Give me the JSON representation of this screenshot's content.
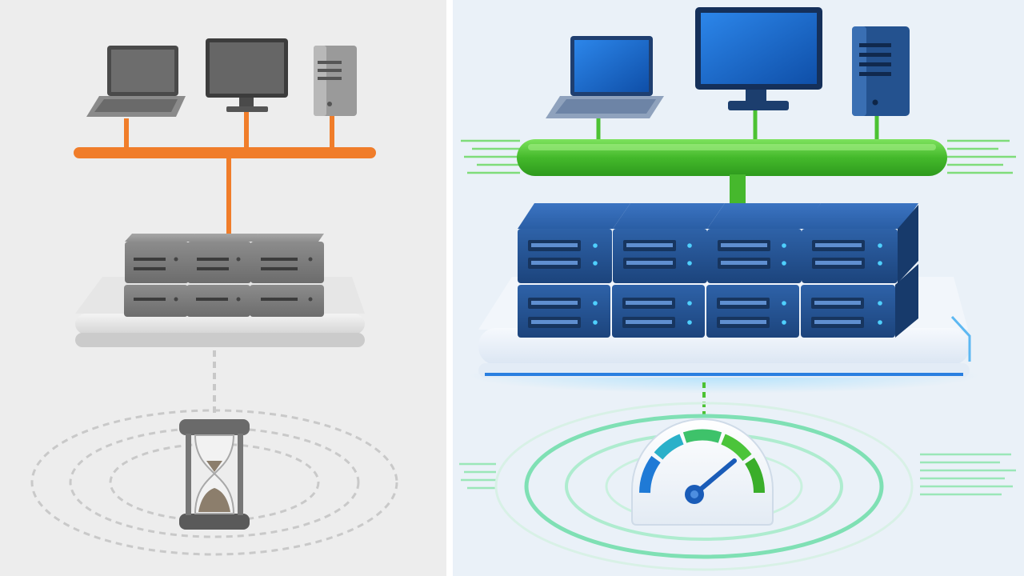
{
  "panels": [
    {
      "id": "left",
      "variant": "slow",
      "colors": {
        "background": "#ededed",
        "bus": "#f07d2a",
        "device": "#5e5e5e",
        "device_screen": "#3d3d3d",
        "server": "#7f7f7f",
        "platform": "#dcdcdc",
        "ring": "#c9c9c9"
      },
      "clients": [
        "laptop-icon",
        "monitor-icon",
        "tower-pc-icon"
      ],
      "server_grid": {
        "columns": 3,
        "rows": 2
      },
      "indicator": "hourglass-icon"
    },
    {
      "id": "right",
      "variant": "fast",
      "colors": {
        "background": "#eaf1f8",
        "bus": "#4cc233",
        "device": "#1f4d8f",
        "device_screen": "#1763c4",
        "server": "#24528f",
        "platform": "#e9f0f8",
        "platform_edge": "#2a7fe0",
        "ring": "#7fe0b4",
        "speed_lines": "#7fdc7a"
      },
      "clients": [
        "laptop-icon",
        "monitor-icon",
        "tower-pc-icon"
      ],
      "server_grid": {
        "columns": 4,
        "rows": 2
      },
      "indicator": "speedometer-icon"
    }
  ]
}
